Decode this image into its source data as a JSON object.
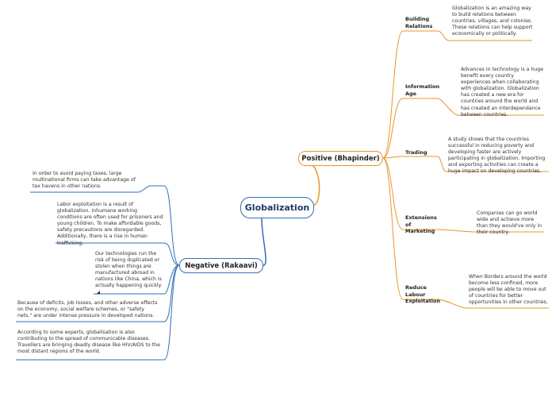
{
  "root": {
    "label": "Globalization"
  },
  "positive": {
    "label": "Positive (Bhapinder)",
    "color": "#e8952a",
    "branches": [
      {
        "label": "Building Relations",
        "note": "Globalization is an amazing way to build relations between countries, villages, and colonies. These relations can help support economically or politically."
      },
      {
        "label": "Information Age",
        "note": "Advances in technology is a huge benefit every country experiences when collaborating with globalization. Globalization has created a new era for countries around the world and has created an interdependance between countries."
      },
      {
        "label": "Trading",
        "note": "A study shows that the countries successful in reducing poverty and developing faster are actively participating in globalization. Importing and exporting activities can create a huge impact on developing countries."
      },
      {
        "label": "Extensions of Marketing",
        "note": "Companies can go world wide and achieve more than they would've only in their country."
      },
      {
        "label": "Reduce Labour Exploitation",
        "note": "When Borders around the world become less confined, more people will be able to move out of countries for better opportunities in other countries."
      }
    ]
  },
  "negative": {
    "label": "Negative (Rakaavi)",
    "color": "#2f6fb8",
    "notes": [
      "In order to avoid paying taxes, large multinational firms can take advantage of tax havens in other nations.",
      "Labor exploitation is a result of globalization. Inhumane working conditions are often used for prisoners and young children. To make affordable goods, safety precautions are disregarded. Additionally, there is a rise in human trafficking.",
      "Our technologies run the risk of being duplicated or stolen when things are manufactured abroad in nations like China, which is actually happening quickly.",
      "Because of deficits, job losses, and other adverse effects on the economy, social welfare schemes, or \"safety nets,\" are under intense pressure in developed nations.",
      "According to some experts, globalisation is also contributing to the spread of communicable diseases. Travellers are bringing deadly disease like HIV/AIDS to the most distant regions of the world."
    ]
  }
}
